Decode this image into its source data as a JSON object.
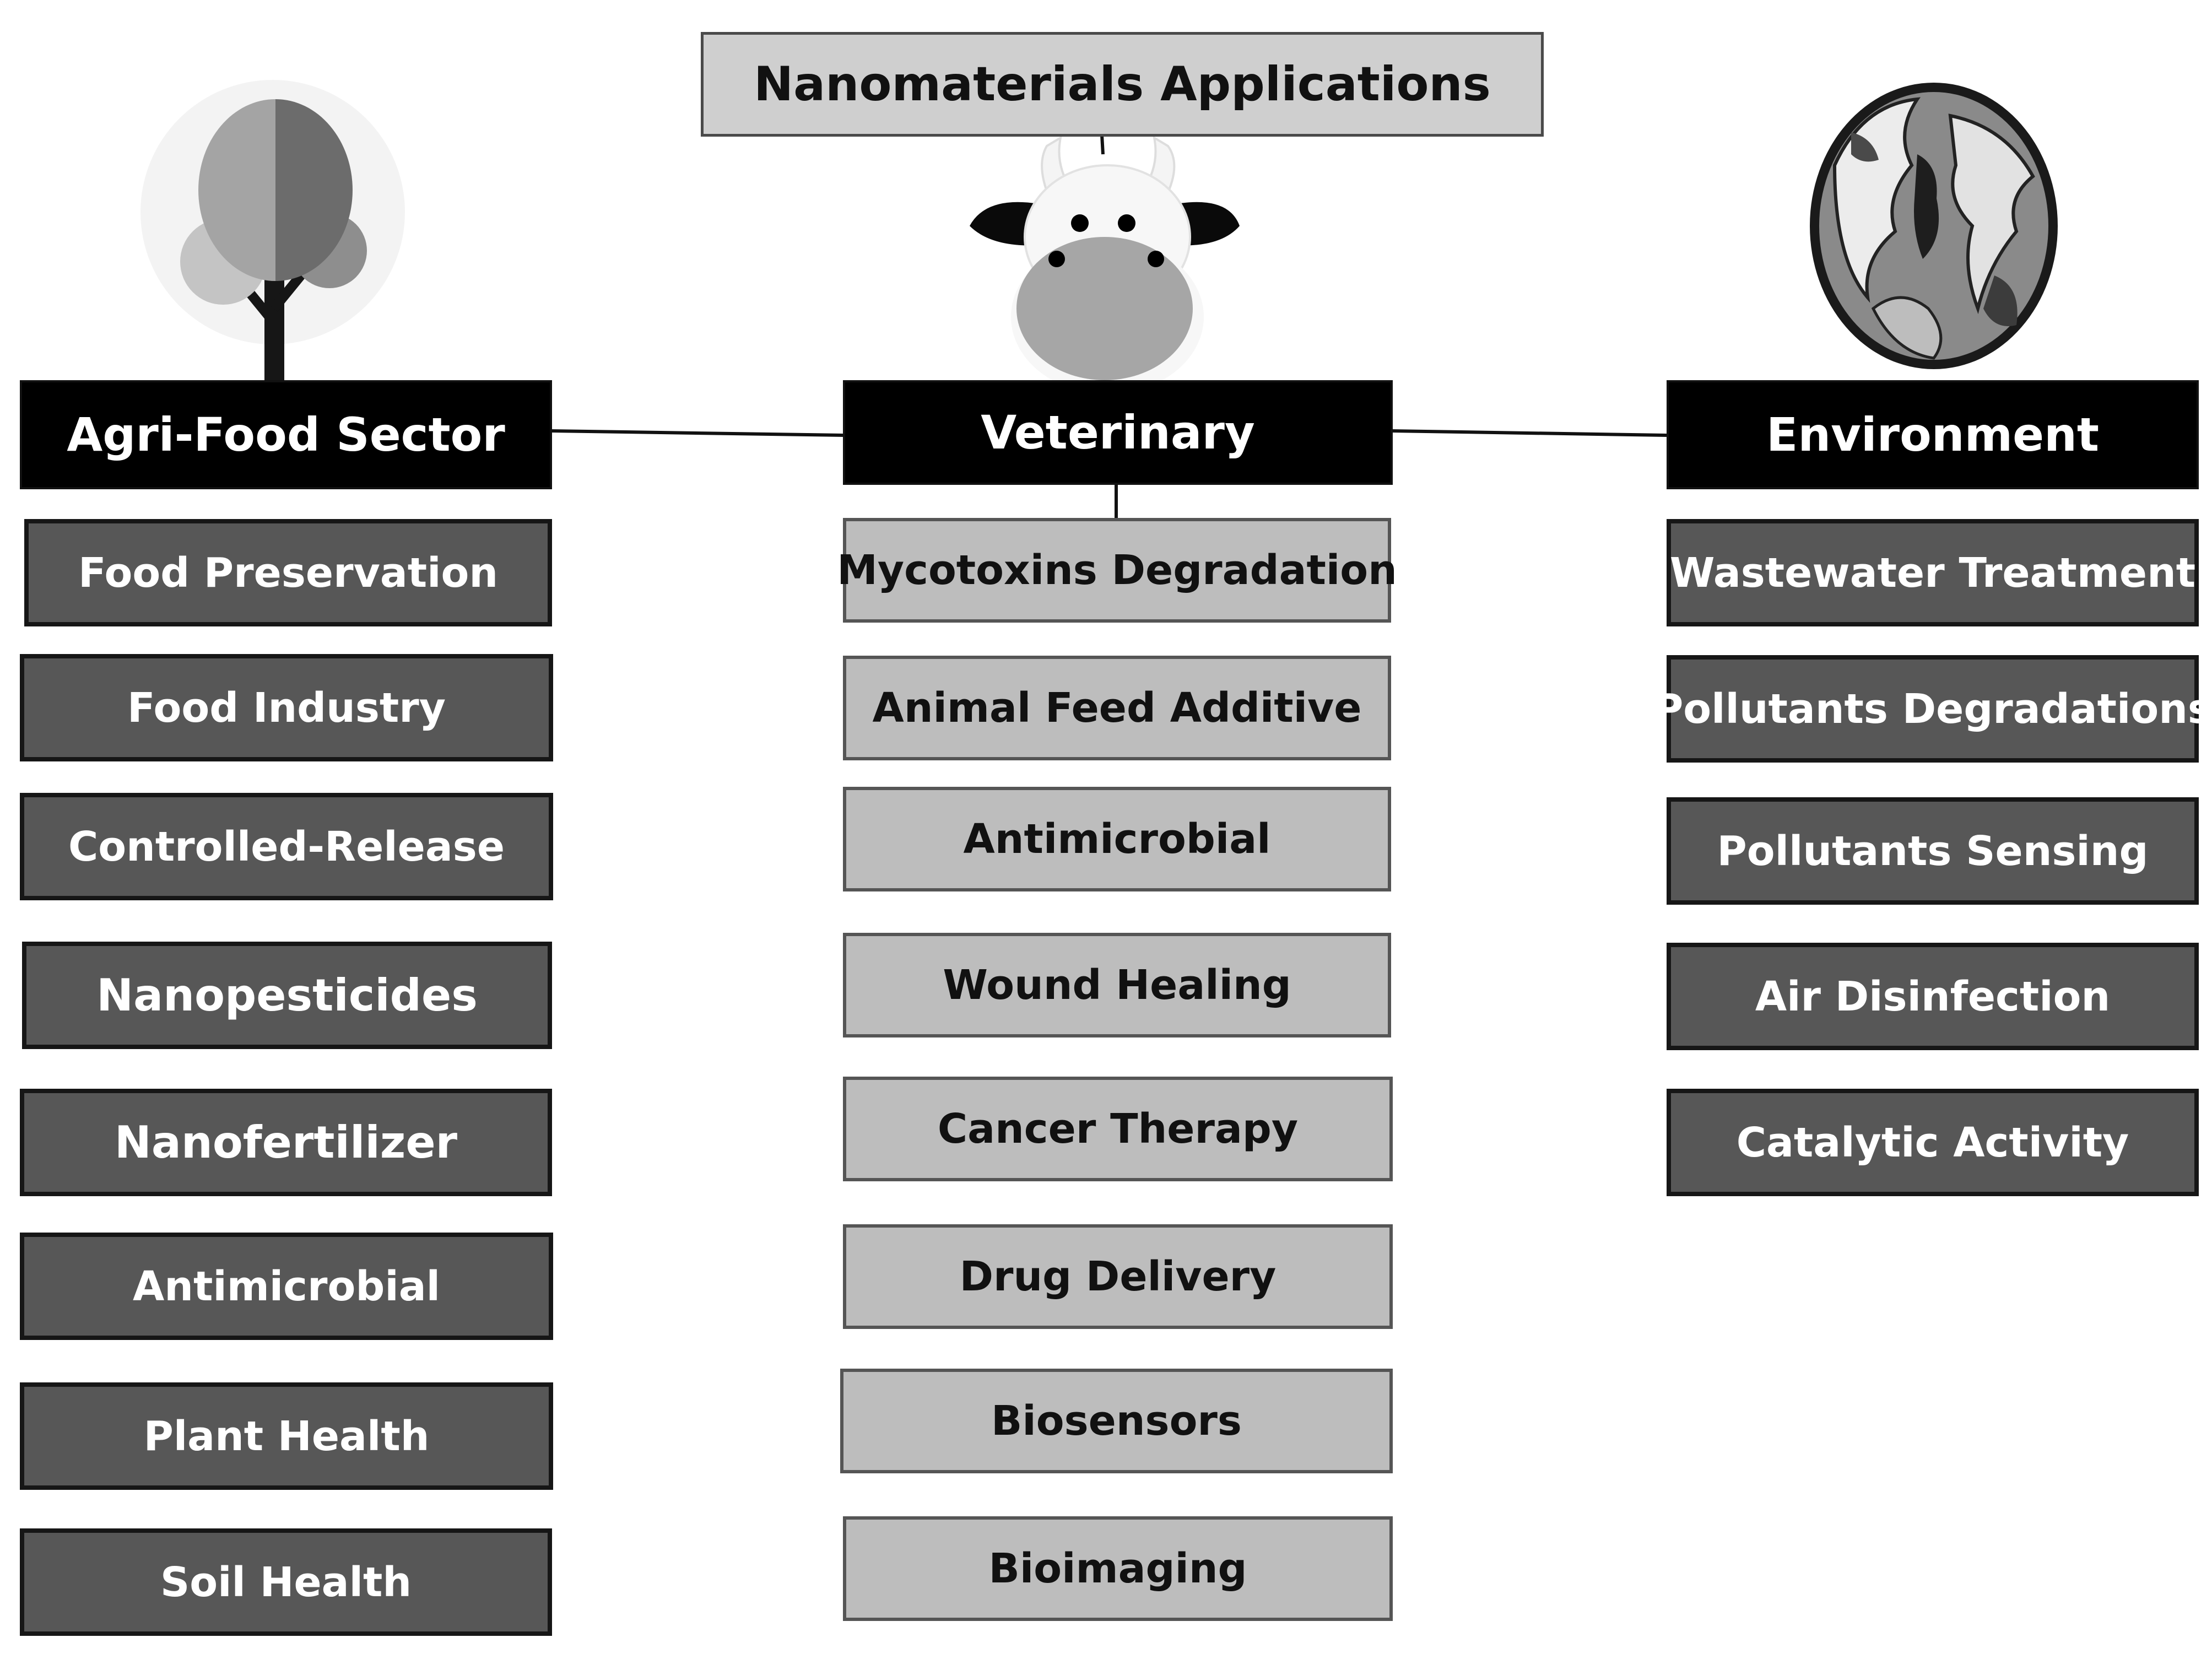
{
  "title": "Nanomaterials Applications",
  "columns": {
    "agri_food": {
      "header": "Agri-Food Sector",
      "icon": "tree-icon",
      "items": [
        "Food Preservation",
        "Food Industry",
        "Controlled-Release",
        "Nanopesticides",
        "Nanofertilizer",
        "Antimicrobial",
        "Plant Health",
        "Soil Health"
      ]
    },
    "veterinary": {
      "header": "Veterinary",
      "icon": "cow-icon",
      "items": [
        "Mycotoxins Degradation",
        "Animal Feed Additive",
        "Antimicrobial",
        "Wound Healing",
        "Cancer Therapy",
        "Drug Delivery",
        "Biosensors",
        "Bioimaging"
      ]
    },
    "environment": {
      "header": "Environment",
      "icon": "globe-icon",
      "items": [
        "Wastewater Treatment",
        "Pollutants Degradations",
        "Pollutants Sensing",
        "Air Disinfection",
        "Catalytic Activity"
      ]
    }
  },
  "colors": {
    "header_fill": "#000000",
    "dark_box_fill": "#575757",
    "light_box_fill": "#bdbdbd",
    "title_fill": "#cfcfcf"
  }
}
